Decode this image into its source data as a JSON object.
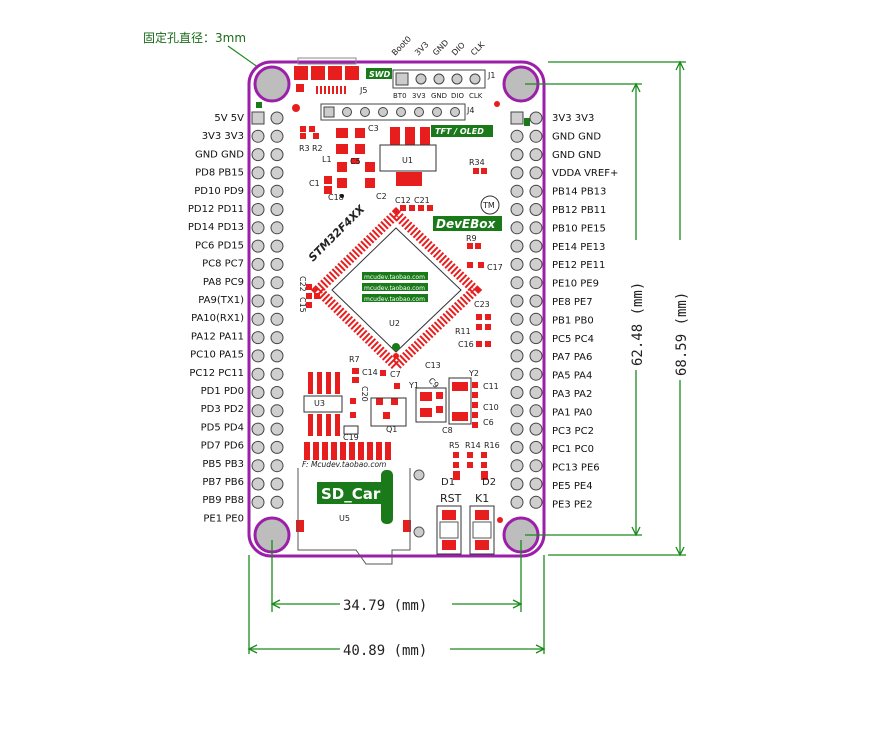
{
  "annotation": {
    "hole_note": "固定孔直径：3mm"
  },
  "board": {
    "colors": {
      "outline": "#9b1fa8",
      "green": "#1a7a1a",
      "red": "#e81e1e",
      "pad": "#cfcfcf",
      "hole": "#bdbdbd"
    },
    "connectors": {
      "j1": {
        "name": "J1",
        "top_labels": [
          "Boot0",
          "3V3",
          "GND",
          "DIO",
          "CLK"
        ],
        "bottom_labels": [
          "BT0",
          "3V3",
          "GND",
          "DIO",
          "CLK"
        ]
      },
      "j4": {
        "name": "J4"
      },
      "j5": {
        "name": "J5",
        "badge": "SWD"
      },
      "tft": {
        "badge": "TFT / OLED"
      }
    },
    "chip": {
      "name": "STM32F4XX",
      "ref": "U2",
      "url_lines": [
        "mcudev.taobao.com",
        "mcudev.taobao.com",
        "mcudev.taobao.com"
      ]
    },
    "brand": {
      "name": "DevEBox",
      "tm": "TM"
    },
    "sd": {
      "label": "SD_Card",
      "ref": "U5",
      "footprint": "F: Mcudev.taobao.com"
    },
    "buttons": {
      "rst": "RST",
      "k1": "K1"
    },
    "leds": {
      "d1": "D1",
      "d2": "D2"
    },
    "components": [
      "C3",
      "R3",
      "R2",
      "L1",
      "C5",
      "U1",
      "R34",
      "C1",
      "C18",
      "C2",
      "C12",
      "C21",
      "R9",
      "C17",
      "C22",
      "C15",
      "C23",
      "R11",
      "C16",
      "R7",
      "C14",
      "C13",
      "C7",
      "C20",
      "Y1",
      "C9",
      "Y2",
      "C11",
      "C10",
      "C6",
      "C8",
      "U3",
      "Q1",
      "C19",
      "R5",
      "R14",
      "R16"
    ]
  },
  "left_pins": [
    [
      "5V",
      "5V"
    ],
    [
      "3V3",
      "3V3"
    ],
    [
      "GND",
      "GND"
    ],
    [
      "PD8",
      "PB15"
    ],
    [
      "PD10",
      "PD9"
    ],
    [
      "PD12",
      "PD11"
    ],
    [
      "PD14",
      "PD13"
    ],
    [
      "PC6",
      "PD15"
    ],
    [
      "PC8",
      "PC7"
    ],
    [
      "PA8",
      "PC9"
    ],
    [
      "",
      "PA9(TX1)"
    ],
    [
      "PA10(RX1)",
      ""
    ],
    [
      "PA12",
      "PA11"
    ],
    [
      "PC10",
      "PA15"
    ],
    [
      "PC12",
      "PC11"
    ],
    [
      "PD1",
      "PD0"
    ],
    [
      "PD3",
      "PD2"
    ],
    [
      "PD5",
      "PD4"
    ],
    [
      "PD7",
      "PD6"
    ],
    [
      "PB5",
      "PB3"
    ],
    [
      "PB7",
      "PB6"
    ],
    [
      "PB9",
      "PB8"
    ],
    [
      "PE1",
      "PE0"
    ]
  ],
  "right_pins": [
    [
      "3V3",
      "3V3"
    ],
    [
      "GND",
      "GND"
    ],
    [
      "GND",
      "GND"
    ],
    [
      "VDDA",
      "VREF+"
    ],
    [
      "PB14",
      "PB13"
    ],
    [
      "PB12",
      "PB11"
    ],
    [
      "PB10",
      "PE15"
    ],
    [
      "PE14",
      "PE13"
    ],
    [
      "PE12",
      "PE11"
    ],
    [
      "PE10",
      "PE9"
    ],
    [
      "PE8",
      "PE7"
    ],
    [
      "PB1",
      "PB0"
    ],
    [
      "PC5",
      "PC4"
    ],
    [
      "PA7",
      "PA6"
    ],
    [
      "PA5",
      "PA4"
    ],
    [
      "PA3",
      "PA2"
    ],
    [
      "PA1",
      "PA0"
    ],
    [
      "PC3",
      "PC2"
    ],
    [
      "PC1",
      "PC0"
    ],
    [
      "PC13",
      "PE6"
    ],
    [
      "PE5",
      "PE4"
    ],
    [
      "PE3",
      "PE2"
    ]
  ],
  "dimensions": {
    "hole_width": "34.79 (mm)",
    "board_width": "40.89 (mm)",
    "hole_height": "62.48 (mm)",
    "board_height": "68.59 (mm)"
  }
}
